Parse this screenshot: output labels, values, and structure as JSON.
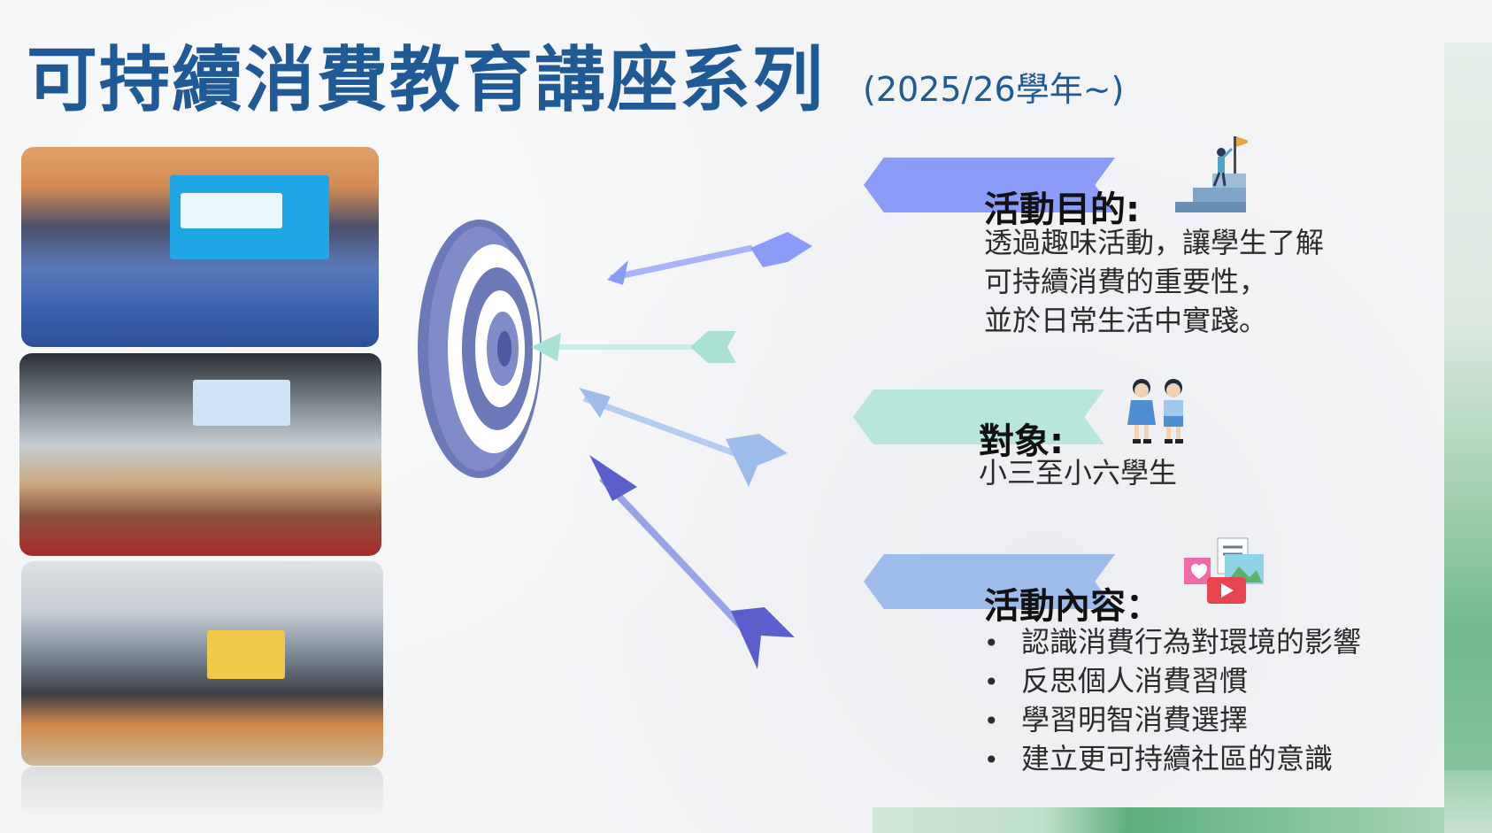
{
  "title": "可持續消費教育講座系列",
  "subtitle": "(2025/26學年~)",
  "sections": [
    {
      "heading": "活動目的:",
      "icon": "goal-flag-icon",
      "lines": [
        "透過趣味活動，讓學生了解",
        "可持續消費的重要性，",
        "並於日常生活中實踐。"
      ]
    },
    {
      "heading": "對象:",
      "icon": "students-icon",
      "lines": [
        "小三至小六學生"
      ]
    },
    {
      "heading": "活動內容：",
      "icon": "media-content-icon",
      "bullets": [
        "認識消費行為對環境的影響",
        "反思個人消費習慣",
        "學習明智消費選擇",
        "建立更可持續社區的意識"
      ]
    }
  ],
  "photos": [
    "school-hall-talk-photo",
    "school-hall-audience-photo",
    "classroom-workshop-photo"
  ],
  "colors": {
    "title": "#1f5a96",
    "ribbon1": "#8b9bf8",
    "ribbon2": "#b9e6dc",
    "ribbon3": "#9dbcec",
    "target": "#6c79b9"
  }
}
